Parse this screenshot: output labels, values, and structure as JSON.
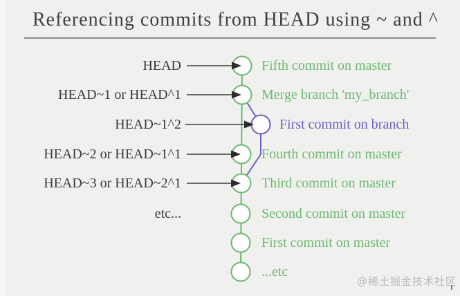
{
  "title": "Referencing commits from HEAD using ~ and ^",
  "watermark": "@稀土掘金技术社区",
  "colors": {
    "green": "#6ab86f",
    "purple": "#6c5fc7",
    "arrow_line": "#3c3c3c",
    "arrow_head": "#2b2b2b",
    "node_fill": "#ffffff",
    "text_dark": "#3b3b3b",
    "background": "#f0f0ee"
  },
  "rows": [
    {
      "left": "HEAD",
      "right": "Fifth commit on master",
      "branch": "master",
      "arrow": true
    },
    {
      "left": "HEAD~1 or HEAD^1",
      "right": "Merge branch 'my_branch'",
      "branch": "master",
      "arrow": true
    },
    {
      "left": "HEAD~1^2",
      "right": "First commit on branch",
      "branch": "my_branch",
      "arrow": true
    },
    {
      "left": "HEAD~2 or HEAD~1^1",
      "right": "Fourth commit on master",
      "branch": "master",
      "arrow": true
    },
    {
      "left": "HEAD~3 or HEAD~2^1",
      "right": "Third commit on master",
      "branch": "master",
      "arrow": true
    },
    {
      "left": "etc...",
      "right": "Second commit on master",
      "branch": "master",
      "arrow": false
    },
    {
      "left": "",
      "right": "First commit on master",
      "branch": "master",
      "arrow": false
    },
    {
      "left": "",
      "right": "...etc",
      "branch": "master",
      "arrow": false
    }
  ]
}
